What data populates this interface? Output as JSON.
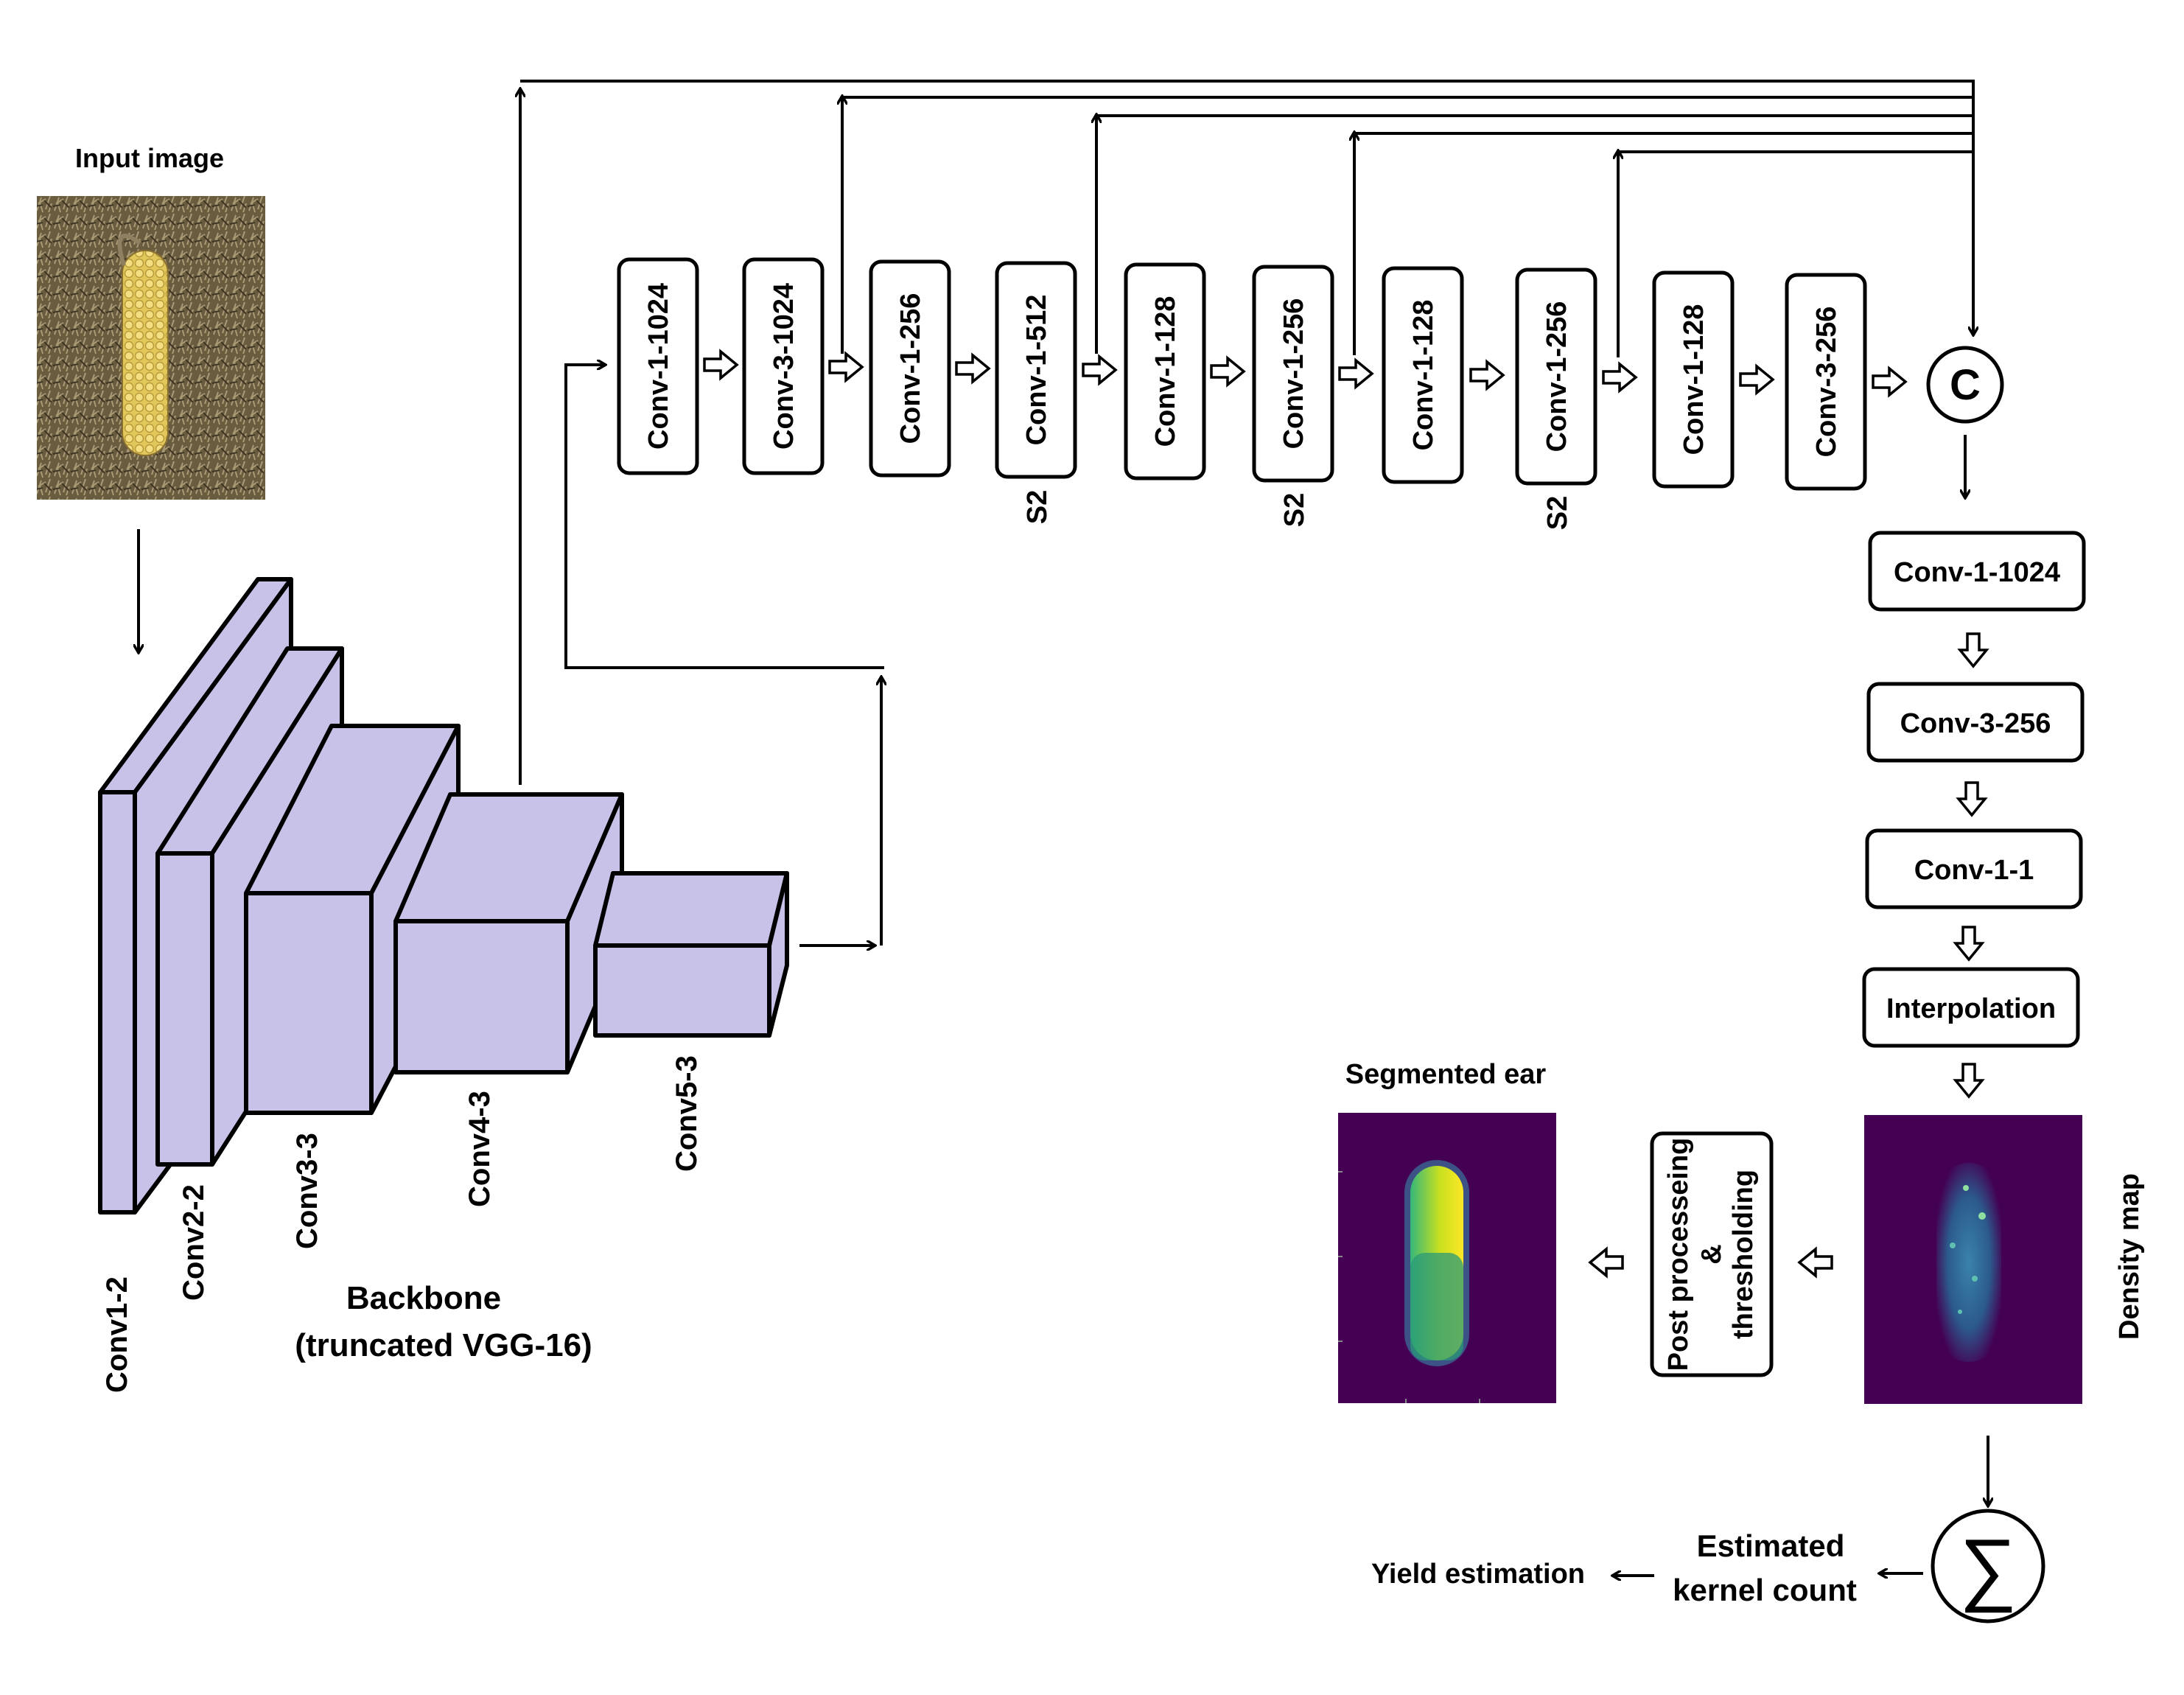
{
  "input": {
    "label": "Input image"
  },
  "backbone": {
    "title_line1": "Backbone",
    "title_line2": "(truncated VGG-16)",
    "layers": [
      "Conv1-2",
      "Conv2-2",
      "Conv3-3",
      "Conv4-3",
      "Conv5-3"
    ]
  },
  "top_branch": {
    "boxes": [
      "Conv-1-1024",
      "Conv-3-1024",
      "Conv-1-256",
      "Conv-1-512",
      "Conv-1-128",
      "Conv-1-256",
      "Conv-1-128",
      "Conv-1-256",
      "Conv-1-128",
      "Conv-3-256"
    ],
    "stride_labels": [
      "S2",
      "S2",
      "S2"
    ],
    "concat_symbol": "C"
  },
  "head": {
    "boxes": [
      "Conv-1-1024",
      "Conv-3-256",
      "Conv-1-1"
    ],
    "interpolation": "Interpolation"
  },
  "outputs": {
    "density_map_label": "Density map",
    "post_processing_line1": "Post processeing",
    "post_processing_line2": "&",
    "post_processing_line3": "thresholding",
    "segmented_label": "Segmented ear",
    "sum_symbol": "∑",
    "estimated_line1": "Estimated",
    "estimated_line2": "kernel count",
    "yield_label": "Yield estimation"
  },
  "colors": {
    "backbone_fill": "#c8c2e8",
    "map_background": "#440154",
    "ear_highlight": "#c8e020",
    "ear_body": "#2c9a8a",
    "density_glow": "#2a6a94"
  }
}
